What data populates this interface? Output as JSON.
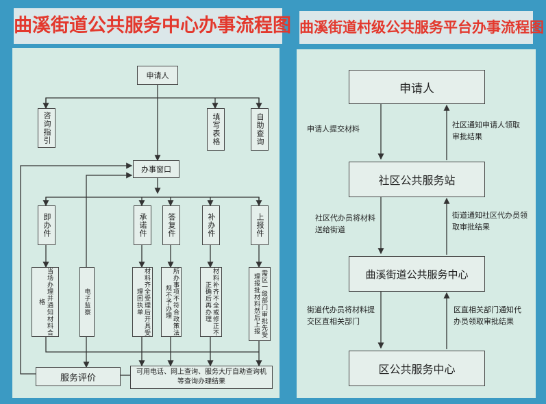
{
  "left_chart": {
    "title": "曲溪街道公共服务中心办事流程图",
    "nodes": {
      "applicant": "申请人",
      "consult": "咨询指引",
      "fill_form": "填写表格",
      "self_query": "自助查询",
      "window": "办事窗口",
      "immediate": "即办件",
      "commit": "承诺件",
      "reply": "答复件",
      "supplement": "补办件",
      "report": "上报件",
      "immediate_detail": "当场办理并通知材料合格",
      "e_monitor": "电子监察",
      "commit_detail": "材料齐全受理后开具受理回执单",
      "reply_detail": "所办事项不符合政策法规不予办理",
      "supplement_detail": "材料补齐不全或修正不正确后再办理",
      "report_detail": "需区一级部门审批先受理报批材料然后上报",
      "evaluation": "服务评价",
      "query_result": "可用电话、网上查询、服务大厅自助查询机等查询办理结果"
    }
  },
  "right_chart": {
    "title": "曲溪街道村级公共服务平台办事流程图",
    "nodes": {
      "applicant": "申请人",
      "community_station": "社区公共服务站",
      "street_center": "曲溪街道公共服务中心",
      "district_center": "区公共服务中心"
    },
    "edge_labels": {
      "up_1_down": "申请人提交材料",
      "up_1_up": "社区通知申请人领取审批结果",
      "up_2_down": "社区代办员将材料送给街道",
      "up_2_up": "街道通知社区代办员领取审批结果",
      "up_3_down": "街道代办员将材料提交区直相关部门",
      "up_3_up": "区直相关部门通知代办员领取审批结果"
    }
  }
}
